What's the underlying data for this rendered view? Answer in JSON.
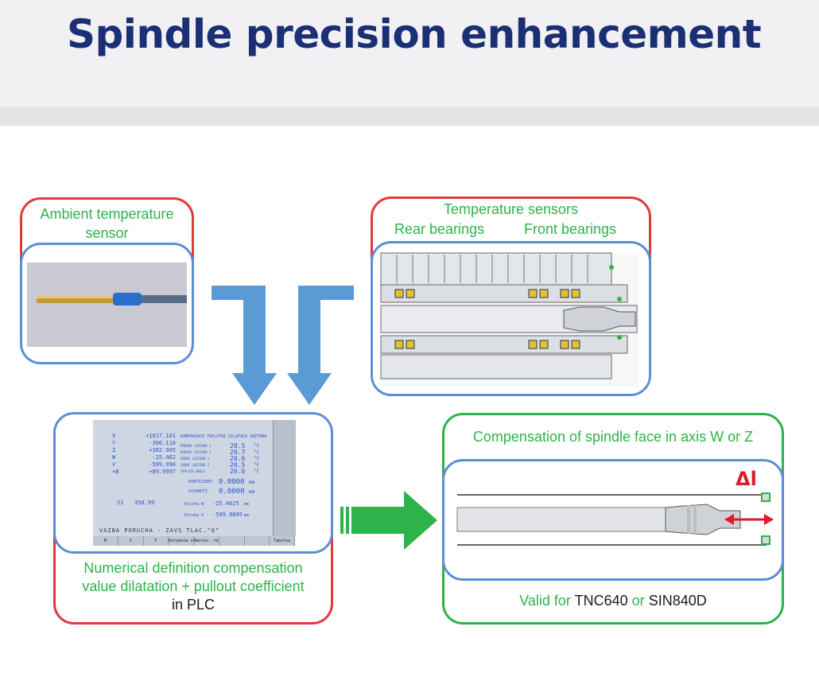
{
  "title": "Spindle precision enhancement",
  "ambient": {
    "line1": "Ambient temperature",
    "line2": "sensor"
  },
  "sensors": {
    "title": "Temperature sensors",
    "rear": "Rear bearings",
    "front": "Front bearings"
  },
  "numerical": {
    "line1": "Numerical definition compensation",
    "line2": "value dilatation + pullout coefficient",
    "line3": "in PLC"
  },
  "compensation": {
    "title": "Compensation of spindle face in axis W or Z",
    "delta": "Δl",
    "valid_prefix": "Valid for",
    "tnc": "TNC640",
    "or": "or",
    "sin": "SIN840D"
  },
  "screen": {
    "axes": [
      {
        "axis": "X",
        "value": "+1017.101"
      },
      {
        "axis": "Y",
        "value": "-306.110"
      },
      {
        "axis": "Z",
        "value": "+382.905"
      },
      {
        "axis": "W",
        "value": "-25.462"
      },
      {
        "axis": "V",
        "value": "-599.990"
      },
      {
        "axis": "+B",
        "value": "+89.9997"
      }
    ],
    "panel_title": "KOMPENZACE TEPLOTNI DILATACE VRETENA",
    "temps": [
      {
        "label": "PREDNI LOZISKO 1",
        "value": "20.5",
        "unit": "°C"
      },
      {
        "label": "PREDNI LOZISKO 2",
        "value": "20.7",
        "unit": "°C"
      },
      {
        "label": "ZADNI LOZISKO 1",
        "value": "20.6",
        "unit": "°C"
      },
      {
        "label": "ZADNI LOZISKO 2",
        "value": "20.5",
        "unit": "°C"
      },
      {
        "label": "TEPLOTA OKOLI",
        "value": "20.0",
        "unit": "°C"
      }
    ],
    "coef_label": "KOEFICIENT",
    "coef_value": "0.0000",
    "coef_unit": "mm",
    "vys_label": "VYSUNUTI",
    "vys_value": "0.0000",
    "vys_unit": "mm",
    "s1": "S1",
    "s1_value": "358.99",
    "pos_w_label": "Poloha W",
    "pos_w": "-25.4625",
    "pos_v_label": "Poloha V",
    "pos_v": "-599.9899",
    "pos_unit": "mm",
    "status": "VAZNA PORUCHA - ZAVS TLAC.\"Q\"",
    "softkeys": [
      "M",
      "S",
      "F",
      "Dotykova sonda",
      "Nastav. referenc.",
      "",
      "",
      "Tabulka"
    ]
  },
  "colors": {
    "red": "#e03a3a",
    "green": "#2db34a",
    "blue": "#5b8ed6",
    "title": "#1b2f75"
  }
}
